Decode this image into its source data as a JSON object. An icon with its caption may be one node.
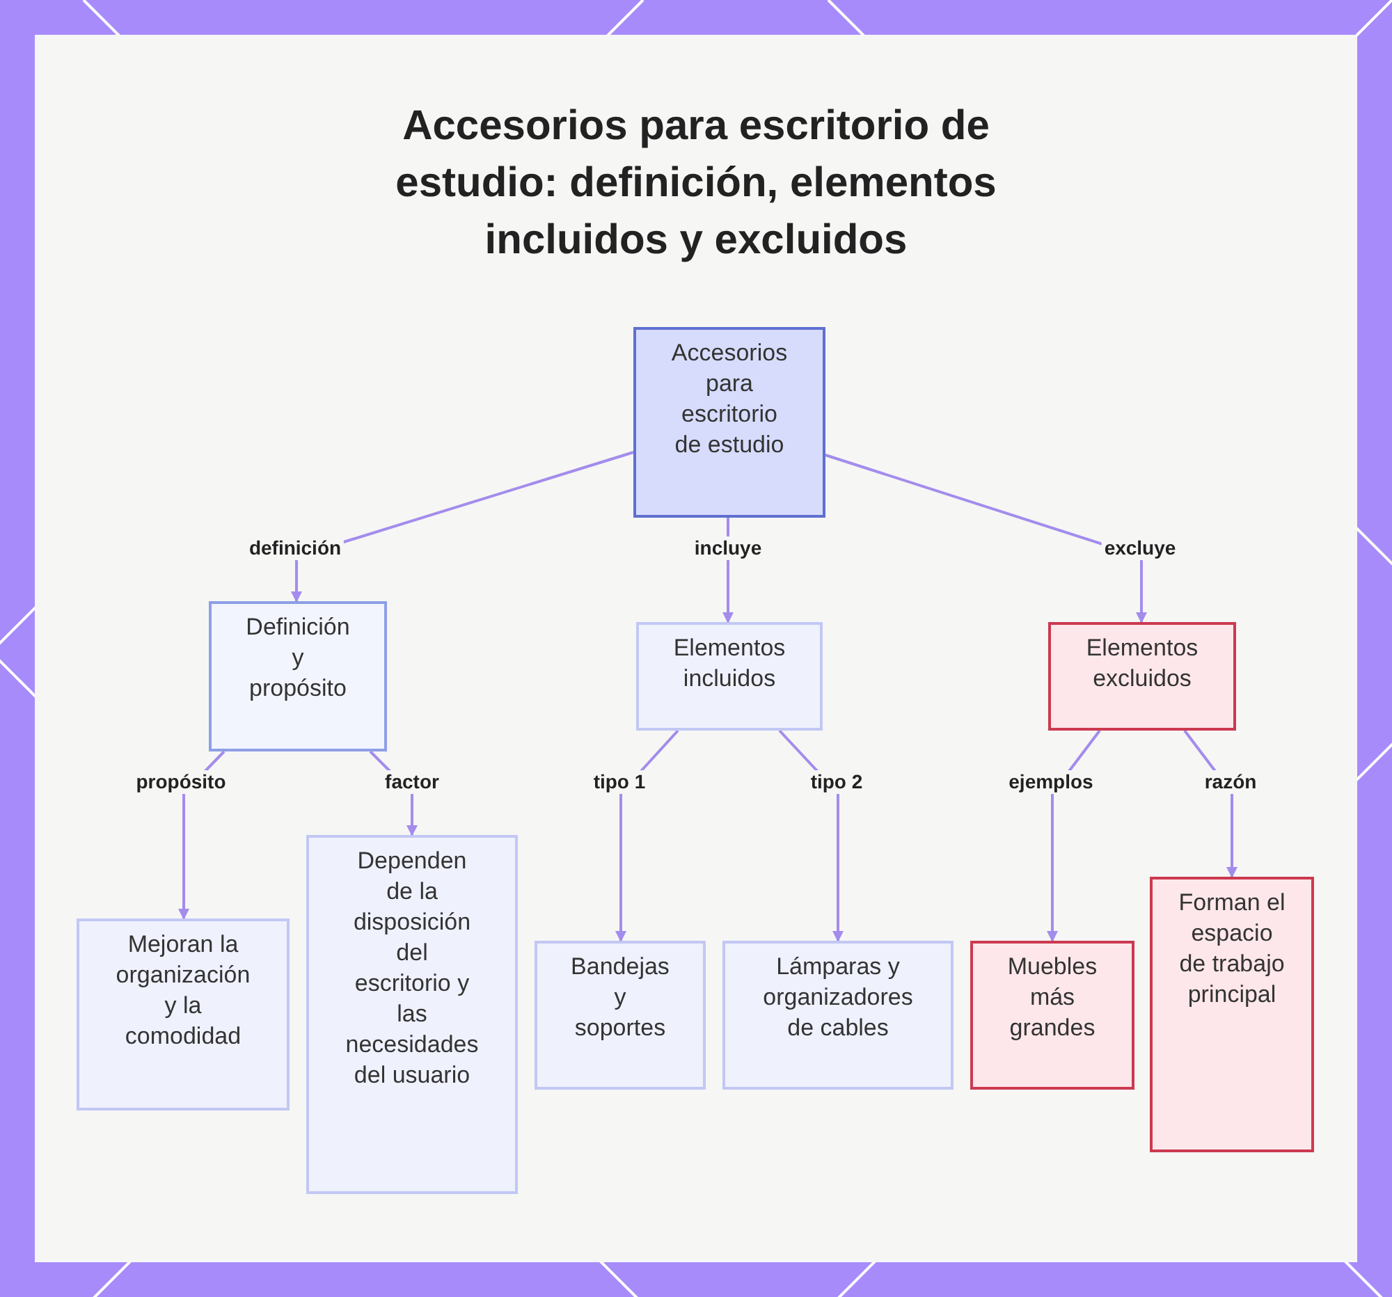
{
  "diagram": {
    "title": "Accesorios para escritorio de estudio: definición, elementos incluidos y excluidos",
    "nodes": [
      {
        "text": [
          "Accesorios para escritorio de estudio"
        ]
      },
      {
        "text": [
          "Definición y propósito"
        ]
      },
      {
        "text": [
          "Elementos incluidos"
        ]
      },
      {
        "text": [
          "Elementos excluidos"
        ]
      },
      {
        "text": [
          "Mejoran la organización y la comodidad"
        ]
      },
      {
        "text": [
          "Dependen de la disposición del escritorio y las necesidades del usuario"
        ]
      },
      {
        "text": [
          "Bandejas y soportes"
        ]
      },
      {
        "text": [
          "Lámparas y organizadores de cables"
        ]
      },
      {
        "text": [
          "Muebles más grandes"
        ]
      },
      {
        "text": [
          "Forman el espacio de trabajo principal"
        ]
      }
    ],
    "edges": [
      {
        "from": 0,
        "to": 1,
        "arrow": "to",
        "label": "definición"
      },
      {
        "from": 0,
        "to": 2,
        "arrow": "to",
        "label": "incluye"
      },
      {
        "from": 0,
        "to": 3,
        "arrow": "to",
        "label": "excluye"
      },
      {
        "from": 1,
        "to": 4,
        "arrow": "to",
        "label": "propósito"
      },
      {
        "from": 1,
        "to": 5,
        "arrow": "to",
        "label": "factor"
      },
      {
        "from": 2,
        "to": 6,
        "arrow": "to",
        "label": "tipo 1"
      },
      {
        "from": 2,
        "to": 7,
        "arrow": "to",
        "label": "tipo 2"
      },
      {
        "from": 3,
        "to": 8,
        "arrow": "to",
        "label": "ejemplos"
      },
      {
        "from": 3,
        "to": 9,
        "arrow": "to",
        "label": "razón"
      }
    ]
  }
}
